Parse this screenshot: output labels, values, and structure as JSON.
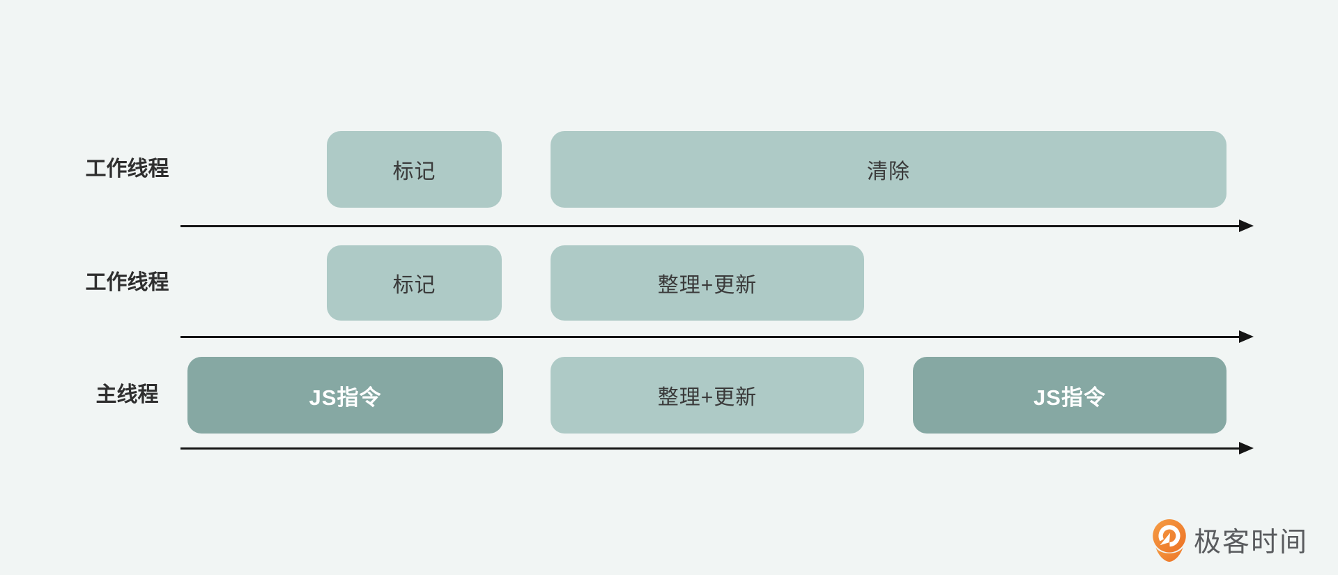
{
  "diagram": {
    "rows": [
      {
        "label": "工作线程",
        "boxes": [
          {
            "label": "标记",
            "variant": "light"
          },
          {
            "label": "清除",
            "variant": "light"
          }
        ]
      },
      {
        "label": "工作线程",
        "boxes": [
          {
            "label": "标记",
            "variant": "light"
          },
          {
            "label": "整理+更新",
            "variant": "light"
          }
        ]
      },
      {
        "label": "主线程",
        "boxes": [
          {
            "label": "JS指令",
            "variant": "dark"
          },
          {
            "label": "整理+更新",
            "variant": "light"
          },
          {
            "label": "JS指令",
            "variant": "dark"
          }
        ]
      }
    ],
    "colors": {
      "background": "#f1f5f4",
      "box_light": "#aecac6",
      "box_dark": "#86a8a3",
      "box_text": "#3a3a3a",
      "box_text_on_dark": "#ffffff",
      "label_text": "#2f2f2f",
      "arrow": "#151515"
    }
  },
  "logo": {
    "text": "极客时间",
    "icon": "geektime-logo-icon",
    "icon_color": "#ee7a2e",
    "text_color": "#595b5e"
  }
}
